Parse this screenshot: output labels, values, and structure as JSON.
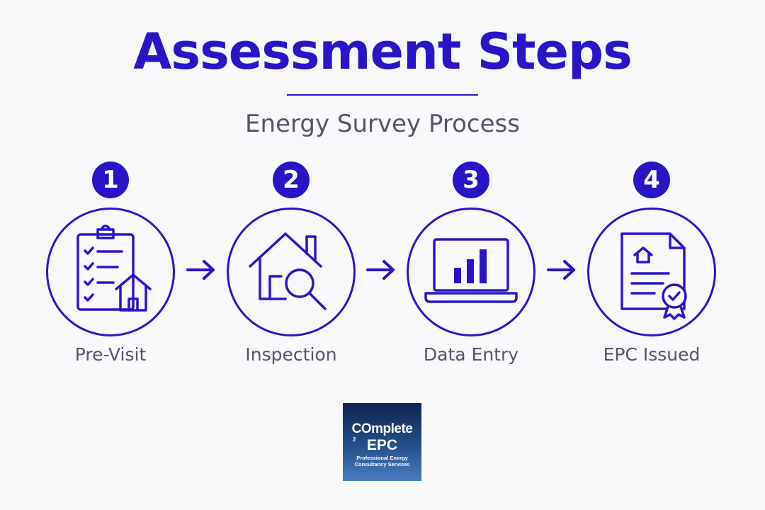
{
  "header": {
    "title": "Assessment Steps",
    "subtitle": "Energy Survey Process"
  },
  "steps": [
    {
      "number": "1",
      "label": "Pre-Visit",
      "icon": "clipboard-house-icon"
    },
    {
      "number": "2",
      "label": "Inspection",
      "icon": "house-magnifier-icon"
    },
    {
      "number": "3",
      "label": "Data Entry",
      "icon": "laptop-chart-icon"
    },
    {
      "number": "4",
      "label": "EPC Issued",
      "icon": "certificate-document-icon"
    }
  ],
  "logo": {
    "line1": "COmplete",
    "subscript": "2",
    "line2": "EPC",
    "tagline_1": "Professional Energy",
    "tagline_2": "Consultancy Services"
  },
  "colors": {
    "accent": "#2a14c8",
    "text_muted": "#545468",
    "background": "#f8f8fa"
  }
}
